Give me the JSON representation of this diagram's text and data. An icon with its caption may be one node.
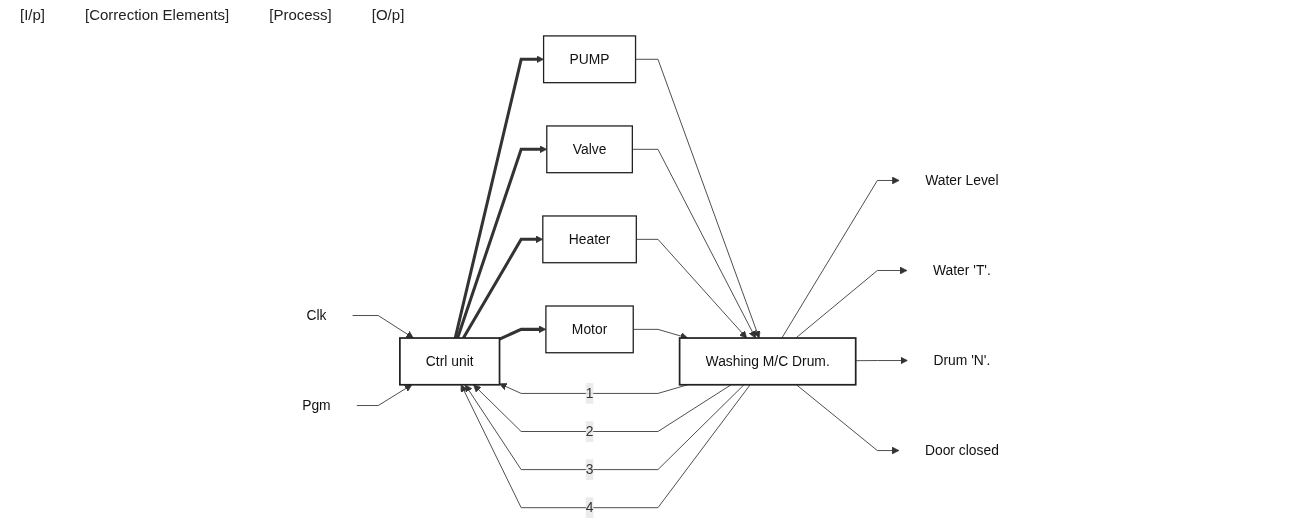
{
  "diagram": {
    "nodes": [
      {
        "text": [
          "Clk"
        ]
      },
      {
        "text": [
          "Pgm"
        ]
      },
      {
        "text": [
          "Ctrl unit"
        ]
      },
      {
        "text": [
          "PUMP"
        ]
      },
      {
        "text": [
          "Valve"
        ]
      },
      {
        "text": [
          "Heater"
        ]
      },
      {
        "text": [
          "Motor"
        ]
      },
      {
        "text": [
          "Washing M/C Drum."
        ]
      },
      {
        "text": [
          "Water Level"
        ]
      },
      {
        "text": [
          "Water 'T'."
        ]
      },
      {
        "text": [
          "Drum 'N'."
        ]
      },
      {
        "text": [
          "Door closed"
        ]
      }
    ],
    "edges": [
      {
        "from": 0,
        "to": 2,
        "arrow": "to"
      },
      {
        "from": 1,
        "to": 2,
        "arrow": "to"
      },
      {
        "from": 2,
        "to": 3,
        "arrow": "to",
        "style": "thick"
      },
      {
        "from": 2,
        "to": 4,
        "arrow": "to",
        "style": "thick"
      },
      {
        "from": 2,
        "to": 5,
        "arrow": "to",
        "style": "thick"
      },
      {
        "from": 2,
        "to": 6,
        "arrow": "to",
        "style": "thick"
      },
      {
        "from": 3,
        "to": 7,
        "arrow": "to"
      },
      {
        "from": 4,
        "to": 7,
        "arrow": "to"
      },
      {
        "from": 5,
        "to": 7,
        "arrow": "to"
      },
      {
        "from": 6,
        "to": 7,
        "arrow": "to"
      },
      {
        "from": 7,
        "to": 8,
        "arrow": "to"
      },
      {
        "from": 7,
        "to": 9,
        "arrow": "to"
      },
      {
        "from": 7,
        "to": 10,
        "arrow": "to"
      },
      {
        "from": 7,
        "to": 11,
        "arrow": "to"
      },
      {
        "from": 7,
        "to": 2,
        "arrow": "to",
        "label": "1"
      },
      {
        "from": 7,
        "to": 2,
        "arrow": "to",
        "label": "2"
      },
      {
        "from": 7,
        "to": 2,
        "arrow": "to",
        "label": "3"
      },
      {
        "from": 7,
        "to": 2,
        "arrow": "to",
        "label": "4"
      }
    ],
    "labels": [
      "[I/p]",
      "[Correction Elements]",
      "[Process]",
      "[O/p]"
    ]
  }
}
